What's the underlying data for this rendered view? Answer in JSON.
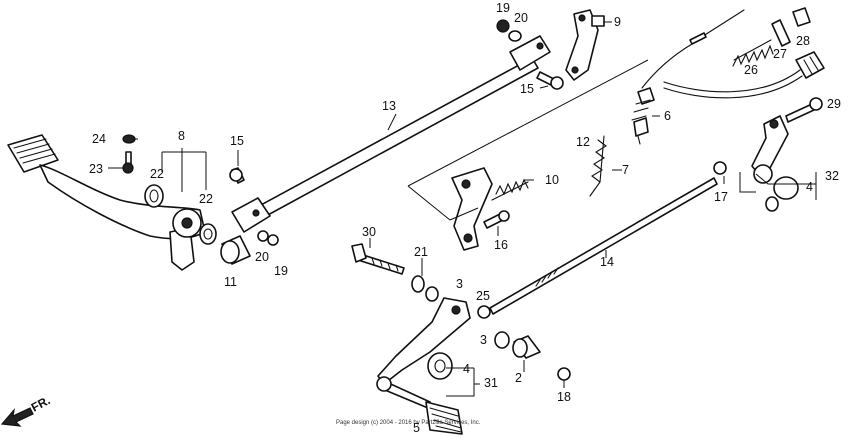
{
  "diagram": {
    "labels": [
      {
        "id": "n19a",
        "text": "19"
      },
      {
        "id": "n20a",
        "text": "20"
      },
      {
        "id": "n9",
        "text": "9"
      },
      {
        "id": "n28",
        "text": "28"
      },
      {
        "id": "n27",
        "text": "27"
      },
      {
        "id": "n26",
        "text": "26"
      },
      {
        "id": "n15a",
        "text": "15"
      },
      {
        "id": "n29",
        "text": "29"
      },
      {
        "id": "n13",
        "text": "13"
      },
      {
        "id": "n6",
        "text": "6"
      },
      {
        "id": "n12",
        "text": "12"
      },
      {
        "id": "n8",
        "text": "8"
      },
      {
        "id": "n24",
        "text": "24"
      },
      {
        "id": "n15b",
        "text": "15"
      },
      {
        "id": "n23",
        "text": "23"
      },
      {
        "id": "n22a",
        "text": "22"
      },
      {
        "id": "n22b",
        "text": "22"
      },
      {
        "id": "n7",
        "text": "7"
      },
      {
        "id": "n10",
        "text": "10"
      },
      {
        "id": "n32",
        "text": "32"
      },
      {
        "id": "n17",
        "text": "17"
      },
      {
        "id": "n4a",
        "text": "4"
      },
      {
        "id": "n16",
        "text": "16"
      },
      {
        "id": "n20b",
        "text": "20"
      },
      {
        "id": "n19b",
        "text": "19"
      },
      {
        "id": "n11",
        "text": "11"
      },
      {
        "id": "n30",
        "text": "30"
      },
      {
        "id": "n21",
        "text": "21"
      },
      {
        "id": "n3a",
        "text": "3"
      },
      {
        "id": "n14",
        "text": "14"
      },
      {
        "id": "n25",
        "text": "25"
      },
      {
        "id": "n3b",
        "text": "3"
      },
      {
        "id": "n4b",
        "text": "4"
      },
      {
        "id": "n31",
        "text": "31"
      },
      {
        "id": "n2",
        "text": "2"
      },
      {
        "id": "n18",
        "text": "18"
      },
      {
        "id": "n5",
        "text": "5"
      }
    ],
    "direction_label": "FR.",
    "copyright": "Page design (c) 2004 - 2016 by Partzilla Services, Inc."
  }
}
